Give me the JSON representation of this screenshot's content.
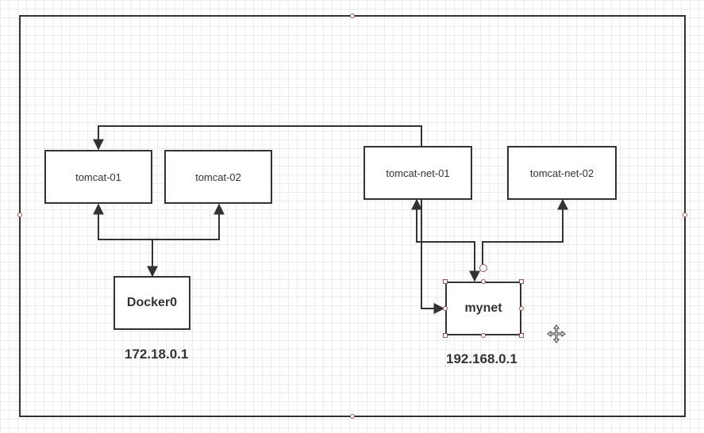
{
  "nodes": {
    "tomcat_01": "tomcat-01",
    "tomcat_02": "tomcat-02",
    "tomcat_net_01": "tomcat-net-01",
    "tomcat_net_02": "tomcat-net-02",
    "docker0": "Docker0",
    "mynet": "mynet"
  },
  "ips": {
    "docker0": "172.18.0.1",
    "mynet": "192.168.0.1"
  },
  "colors": {
    "stroke": "#333333",
    "handle": "#a05050",
    "grid": "#ececec"
  },
  "icons": [
    "move-cursor-icon"
  ]
}
